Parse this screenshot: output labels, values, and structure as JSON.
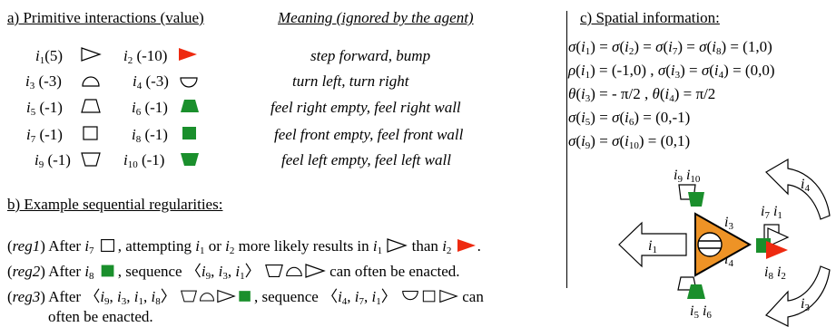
{
  "section_a": {
    "title": "a) Primitive interactions (value)",
    "meaning_header": "Meaning (ignored by the agent)",
    "rows": [
      {
        "left": "i1(5)",
        "right": "i2 (-10)",
        "meaning": "step forward, bump"
      },
      {
        "left": "i3 (-3)",
        "right": "i4 (-3)",
        "meaning": "turn left, turn right"
      },
      {
        "left": "i5 (-1)",
        "right": "i6 (-1)",
        "meaning": "feel right empty, feel right wall"
      },
      {
        "left": "i7 (-1)",
        "right": "i8 (-1)",
        "meaning": "feel front empty, feel front wall"
      },
      {
        "left": "i9 (-1)",
        "right": "i10 (-1)",
        "meaning": "feel left empty, feel left wall"
      }
    ]
  },
  "section_b": {
    "title": "b) Example sequential regularities:",
    "reg1": {
      "name": "reg1",
      "p1": "After",
      "p2": ", attempting",
      "p3": "or",
      "p4": "more likely results in",
      "p5": "than",
      "p6": "."
    },
    "reg2": {
      "name": "reg2",
      "p1": "After",
      "p2": ", sequence",
      "p3": "can often be enacted."
    },
    "reg3": {
      "name": "reg3",
      "p1": "After",
      "p2": ", sequence",
      "p3": "can",
      "p4": "often be enacted."
    }
  },
  "section_c": {
    "title": "c) Spatial information:",
    "eq1": "σ(i1) = σ(i2) = σ(i7) = σ(i8) = (1,0)",
    "eq2": "ρ(i1) = (-1,0) , σ(i3) = σ(i4) = (0,0)",
    "eq3": "θ(i3) = - π/2 , θ(i4) = π/2",
    "eq4": "σ(i5) = σ(i6) = (0,-1)",
    "eq5": "σ(i9) = σ(i10) = (0,1)",
    "labels": {
      "i9i10": "i9 i10",
      "i7i1": "i7 i1",
      "i3": "i3",
      "i4": "i4",
      "i8i2": "i8 i2",
      "i5i6": "i5 i6",
      "i1": "i1",
      "i4arrow": "i4",
      "i3arrow": "i3"
    }
  },
  "colors": {
    "red": "#ee2a10",
    "green": "#1a8f2c",
    "orange": "#ee9326"
  }
}
